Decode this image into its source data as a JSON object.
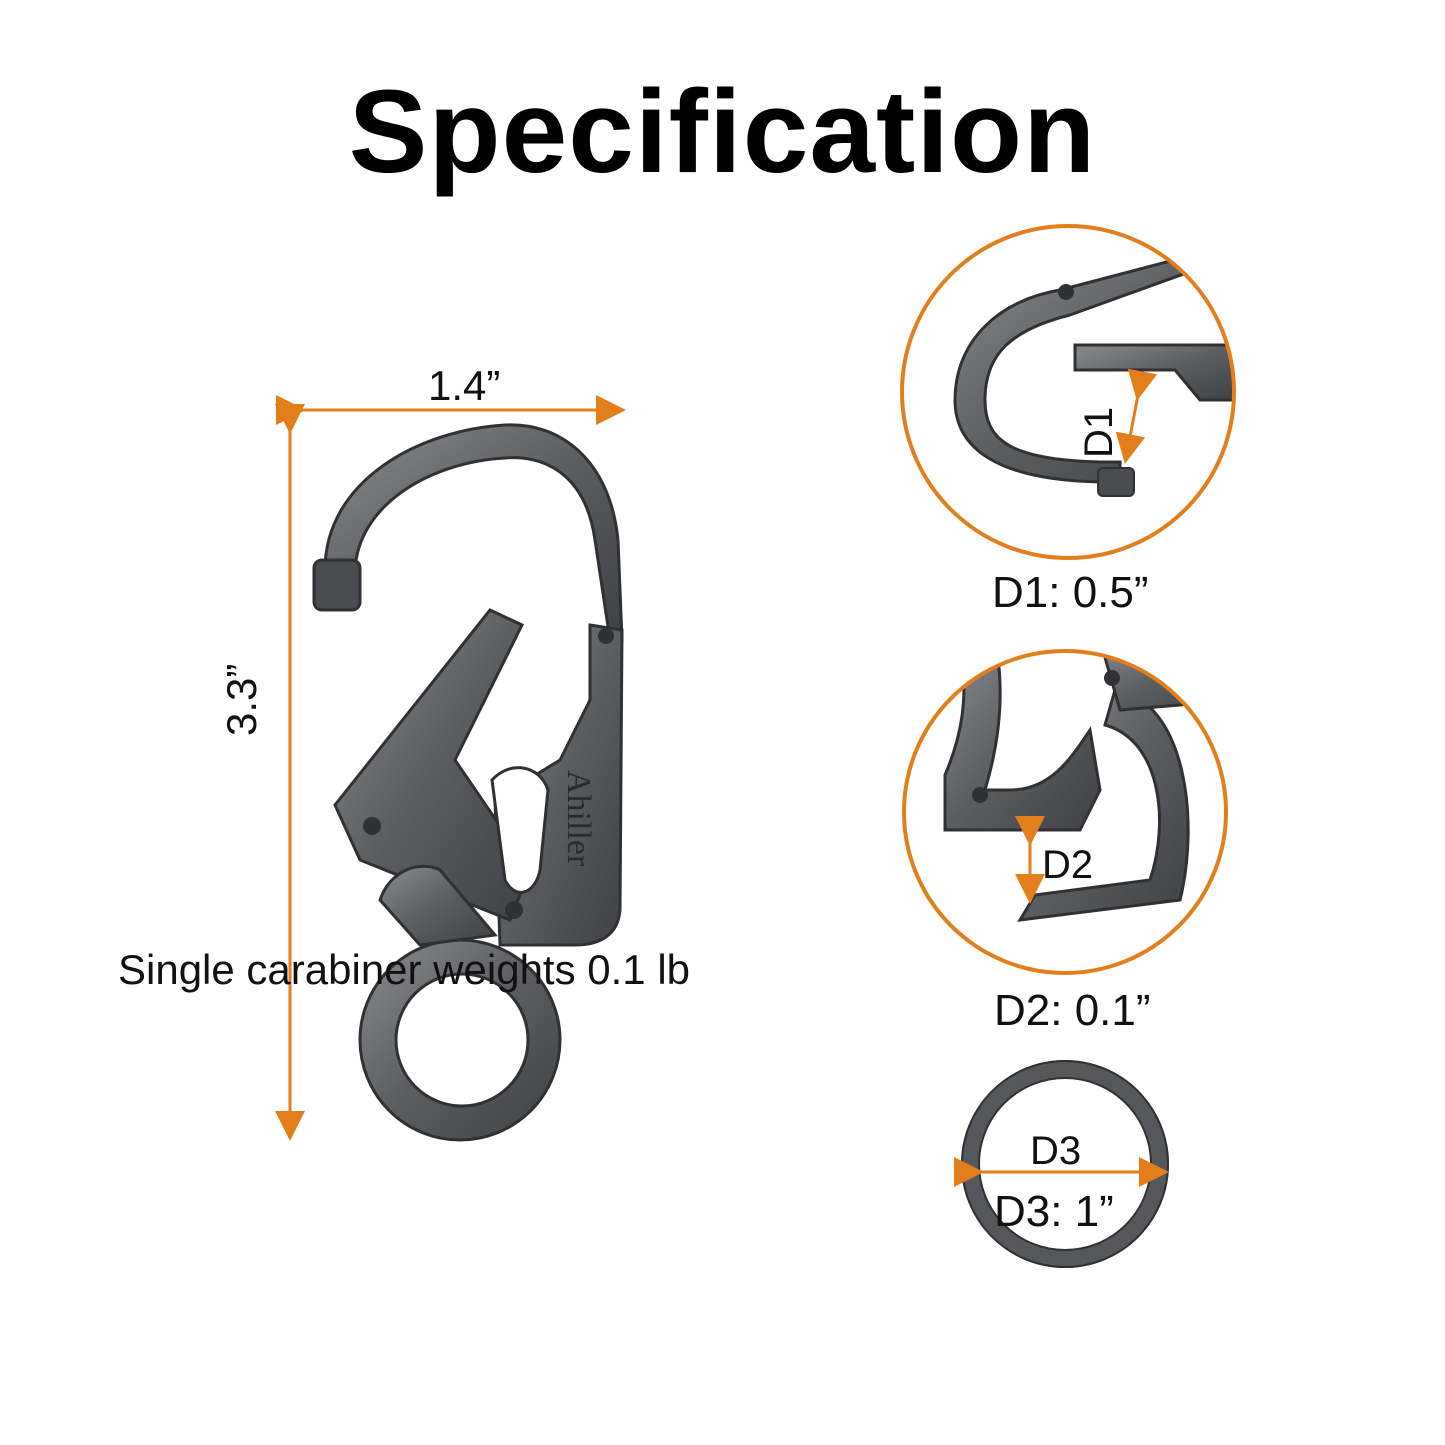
{
  "title": "Specification",
  "dimensions": {
    "width": "1.4”",
    "height": "3.3”"
  },
  "brand_engraving": "Ahiller",
  "weight_note": "Single carabiner weights 0.1 lb",
  "details": [
    {
      "tag": "D1",
      "caption": "D1: 0.5”"
    },
    {
      "tag": "D2",
      "caption": "D2: 0.1”"
    },
    {
      "tag": "D3",
      "caption": "D3: 1”"
    }
  ],
  "colors": {
    "accent": "#e37f1a",
    "metal": "#5b5d60",
    "text": "#111111"
  }
}
